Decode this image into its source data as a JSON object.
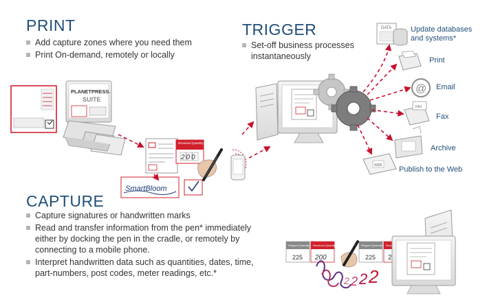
{
  "print": {
    "heading": "PRINT",
    "bullets": [
      "Add capture zones where you need them",
      "Print On-demand, remotely or locally"
    ]
  },
  "trigger": {
    "heading": "TRIGGER",
    "bullets": [
      "Set-off business processes instantaneously"
    ]
  },
  "capture": {
    "heading": "CAPTURE",
    "bullets": [
      "Capture signatures or handwritten marks",
      "Read and transfer information from the pen* immediately either by docking the pen in the cradle, or remotely by connecting to a mobile phone.",
      "Interpret handwritten data such as quantities, dates, time, part-numbers, post codes, meter readings, etc.*"
    ]
  },
  "outputs": {
    "update": "Update databases and systems*",
    "print": "Print",
    "email": "Email",
    "fax": "Fax",
    "archive": "Archive",
    "web": "Publish to the Web"
  },
  "icon_text": {
    "data": "DATA",
    "fax": "FAX",
    "web": "WEB"
  },
  "product": {
    "line1": "PLANETPRESS.",
    "line2": "SUITE"
  },
  "form": {
    "received_label": "Received Quantity",
    "quantity": "200",
    "signature": "SmartBloom",
    "shipped_label": "Shipped Quantity",
    "shipped_value": "225",
    "written_digits": "2"
  },
  "colors": {
    "heading": "#1f4e79",
    "accent_red": "#d0202c",
    "arrow_red": "#c8102e",
    "gray": "#9a9a9a"
  }
}
